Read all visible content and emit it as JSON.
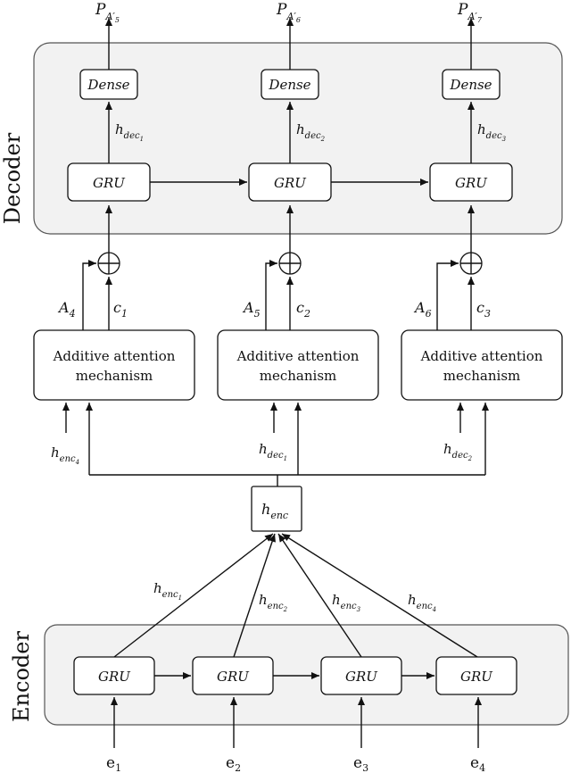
{
  "regions": {
    "decoder_label": "Decoder",
    "encoder_label": "Encoder"
  },
  "blocks": {
    "dense": "Dense",
    "gru": "GRU",
    "attention_line1": "Additive attention",
    "attention_line2": "mechanism"
  },
  "outputs": [
    {
      "base": "P",
      "sub": "A′",
      "subsub": "5"
    },
    {
      "base": "P",
      "sub": "A′",
      "subsub": "6"
    },
    {
      "base": "P",
      "sub": "A′",
      "subsub": "7"
    }
  ],
  "decoder_hidden": [
    {
      "base": "h",
      "sub": "dec",
      "subsub": "1"
    },
    {
      "base": "h",
      "sub": "dec",
      "subsub": "2"
    },
    {
      "base": "h",
      "sub": "dec",
      "subsub": "3"
    }
  ],
  "attention_inputs": [
    {
      "a_base": "A",
      "a_sub": "4",
      "c_base": "c",
      "c_sub": "1",
      "h_base": "h",
      "h_sub": "enc",
      "h_subsub": "4"
    },
    {
      "a_base": "A",
      "a_sub": "5",
      "c_base": "c",
      "c_sub": "2",
      "h_base": "h",
      "h_sub": "dec",
      "h_subsub": "1"
    },
    {
      "a_base": "A",
      "a_sub": "6",
      "c_base": "c",
      "c_sub": "3",
      "h_base": "h",
      "h_sub": "dec",
      "h_subsub": "2"
    }
  ],
  "encoder_state": {
    "base": "h",
    "sub": "enc"
  },
  "encoder_hidden": [
    {
      "base": "h",
      "sub": "enc",
      "subsub": "1"
    },
    {
      "base": "h",
      "sub": "enc",
      "subsub": "2"
    },
    {
      "base": "h",
      "sub": "enc",
      "subsub": "3"
    },
    {
      "base": "h",
      "sub": "enc",
      "subsub": "4"
    }
  ],
  "inputs": [
    {
      "base": "e",
      "sub": "1"
    },
    {
      "base": "e",
      "sub": "2"
    },
    {
      "base": "e",
      "sub": "3"
    },
    {
      "base": "e",
      "sub": "4"
    }
  ],
  "sum_symbol": "+"
}
